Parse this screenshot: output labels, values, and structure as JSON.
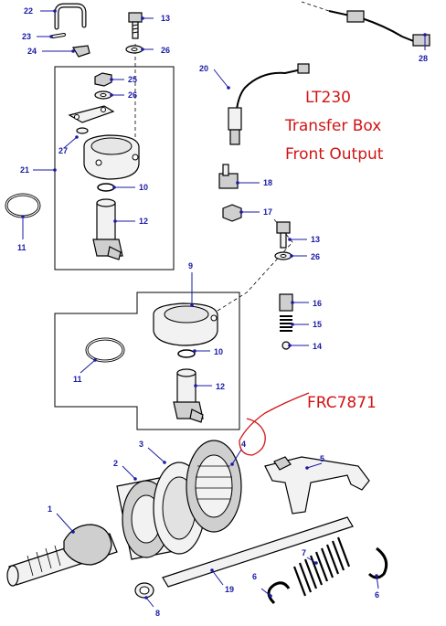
{
  "title": {
    "line1": "LT230",
    "line2": "Transfer Box",
    "line3": "Front Output"
  },
  "part_code": "FRC7871",
  "callouts": {
    "c22": "22",
    "c13a": "13",
    "c23": "23",
    "c26a": "26",
    "c24": "24",
    "c25": "25",
    "c26b": "26",
    "c20": "20",
    "c28": "28",
    "c27": "27",
    "c21": "21",
    "c10a": "10",
    "c11a": "11",
    "c12a": "12",
    "c18": "18",
    "c17": "17",
    "c13b": "13",
    "c26c": "26",
    "c9": "9",
    "c16": "16",
    "c15": "15",
    "c14": "14",
    "c10b": "10",
    "c11b": "11",
    "c12b": "12",
    "c4": "4",
    "c3": "3",
    "c5": "5",
    "c2": "2",
    "c1": "1",
    "c7": "7",
    "c19": "19",
    "c6a": "6",
    "c6b": "6",
    "c8": "8"
  },
  "colors": {
    "callout": "#1a1aa6",
    "annotation": "#d21414"
  }
}
